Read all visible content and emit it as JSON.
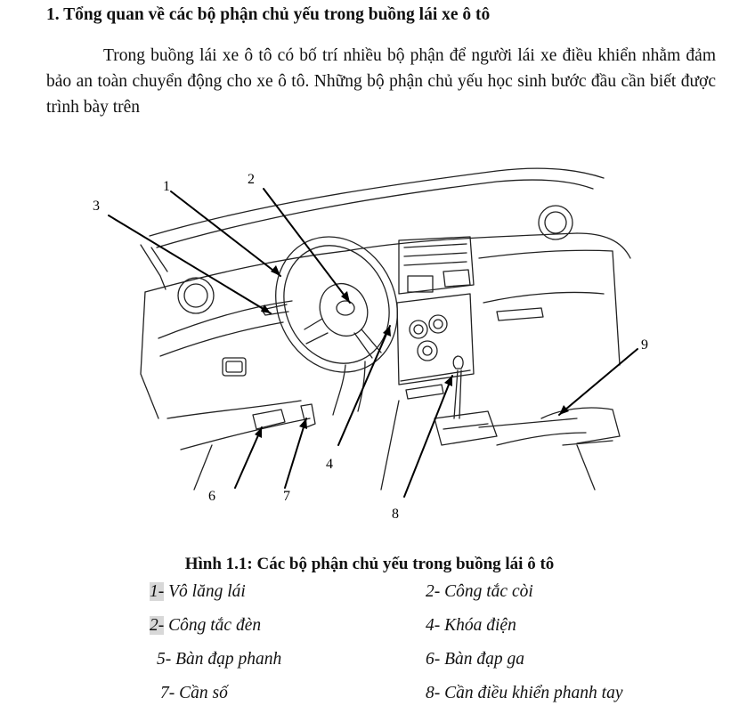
{
  "heading": "1. Tổng quan về các bộ phận chủ yếu trong buồng lái xe ô tô",
  "paragraph": "Trong buồng lái xe ô tô có bố trí nhiều bộ phận để người lái xe điều khiển nhằm đảm bảo an toàn chuyển động cho xe ô tô. Những bộ phận chủ yếu học sinh bước đầu cần biết được trình bày trên",
  "figure": {
    "callouts": [
      "1",
      "2",
      "3",
      "4",
      "6",
      "7",
      "8",
      "9"
    ]
  },
  "caption": "Hình 1.1: Các bộ phận chủ yếu trong buồng lái ô tô",
  "legend": [
    {
      "prefix": "1-",
      "label": "Vô lăng lái",
      "highlight": true
    },
    {
      "prefix": "2-",
      "label": "Công tắc còi",
      "highlight": false
    },
    {
      "prefix": "2-",
      "label": "Công tắc đèn",
      "highlight": true
    },
    {
      "prefix": "4-",
      "label": "Khóa điện",
      "highlight": false
    },
    {
      "prefix": "5-",
      "label": "Bàn đạp phanh",
      "highlight": false
    },
    {
      "prefix": "6-",
      "label": "Bàn đạp ga",
      "highlight": false
    },
    {
      "prefix": "7-",
      "label": "Cần số",
      "highlight": false
    },
    {
      "prefix": "8-",
      "label": "Cần điều khiển phanh tay",
      "highlight": false
    }
  ]
}
